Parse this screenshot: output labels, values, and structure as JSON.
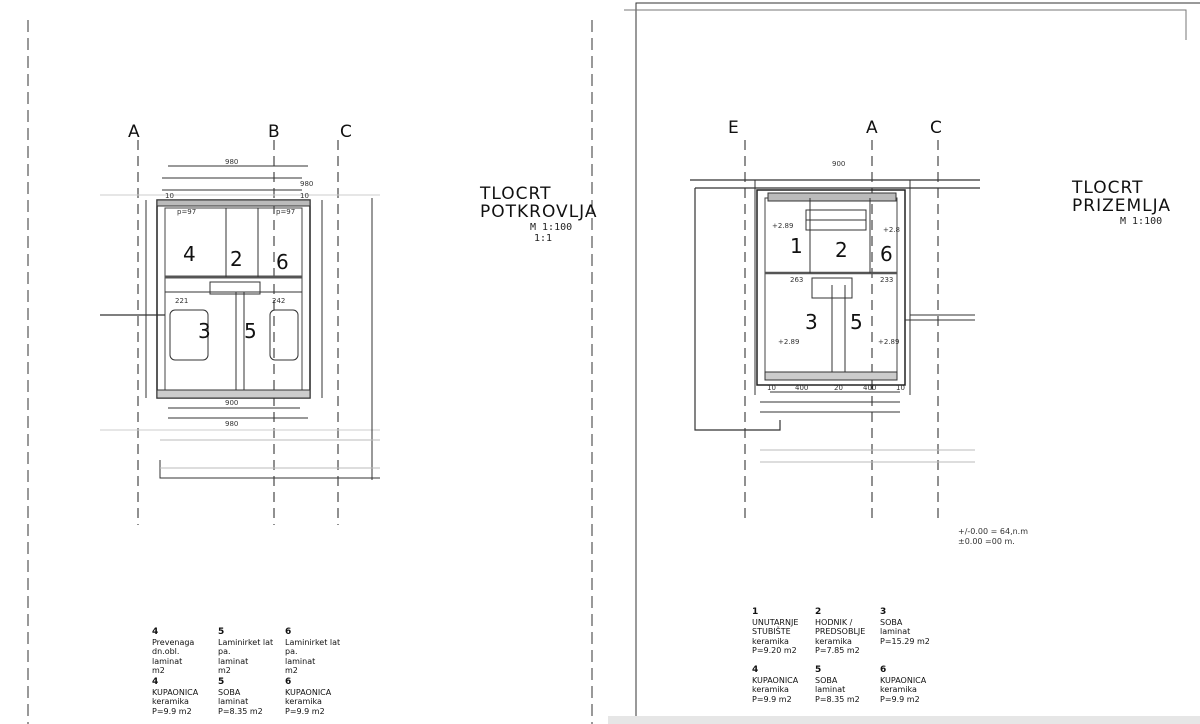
{
  "sheets": [
    {
      "title_lines": [
        "TLOCRT",
        "POTKROVLJA"
      ],
      "scale": [
        "M 1:100",
        "1:1"
      ],
      "axis_labels": [
        "A",
        "B",
        "C"
      ],
      "dimensions": [
        "980",
        "980",
        "980",
        "10",
        "10",
        "900",
        "p=97",
        "p=97",
        "221",
        "242"
      ],
      "rooms": [
        "4",
        "2",
        "6",
        "3",
        "5"
      ],
      "legend": [
        {
          "number": "4",
          "name": "Prevenaga dn.obl.",
          "floor": "laminat",
          "area": "m2"
        },
        {
          "number": "5",
          "name": "Laminirket lat pa.",
          "floor": "laminat",
          "area": "m2"
        },
        {
          "number": "6",
          "name": "Laminirket lat pa.",
          "floor": "laminat",
          "area": "m2"
        },
        {
          "number": "4",
          "name": "KUPAONICA",
          "floor": "keramika",
          "area": "P=9.9 m2"
        },
        {
          "number": "5",
          "name": "SOBA",
          "floor": "laminat",
          "area": "P=8.35 m2"
        },
        {
          "number": "6",
          "name": "KUPAONICA",
          "floor": "keramika",
          "area": "P=9.9 m2"
        }
      ]
    },
    {
      "title_lines": [
        "TLOCRT",
        "PRIZEMLJA"
      ],
      "scale": [
        "M 1:100"
      ],
      "level_note": [
        "+/-0.00 = 64,n.m",
        "±0.00 =00 m."
      ],
      "axis_labels": [
        "E",
        "A",
        "C"
      ],
      "dimensions": [
        "900",
        "10",
        "400",
        "20",
        "400",
        "10",
        "263",
        "233",
        "+2.89",
        "+2.8",
        "+2.89",
        "+2.89"
      ],
      "rooms": [
        "1",
        "2",
        "6",
        "3",
        "5"
      ],
      "legend": [
        {
          "number": "1",
          "name": "UNUTARNJE STUBIŠTE",
          "floor": "keramika",
          "area": "P=9.20 m2"
        },
        {
          "number": "2",
          "name": "HODNIK / PREDSOBLJE",
          "floor": "keramika",
          "area": "P=7.85 m2"
        },
        {
          "number": "3",
          "name": "SOBA",
          "floor": "laminat",
          "area": "P=15.29 m2"
        },
        {
          "number": "4",
          "name": "KUPAONICA",
          "floor": "keramika",
          "area": "P=9.9 m2"
        },
        {
          "number": "5",
          "name": "SOBA",
          "floor": "laminat",
          "area": "P=8.35 m2"
        },
        {
          "number": "6",
          "name": "KUPAONICA",
          "floor": "keramika",
          "area": "P=9.9 m2"
        }
      ]
    }
  ]
}
